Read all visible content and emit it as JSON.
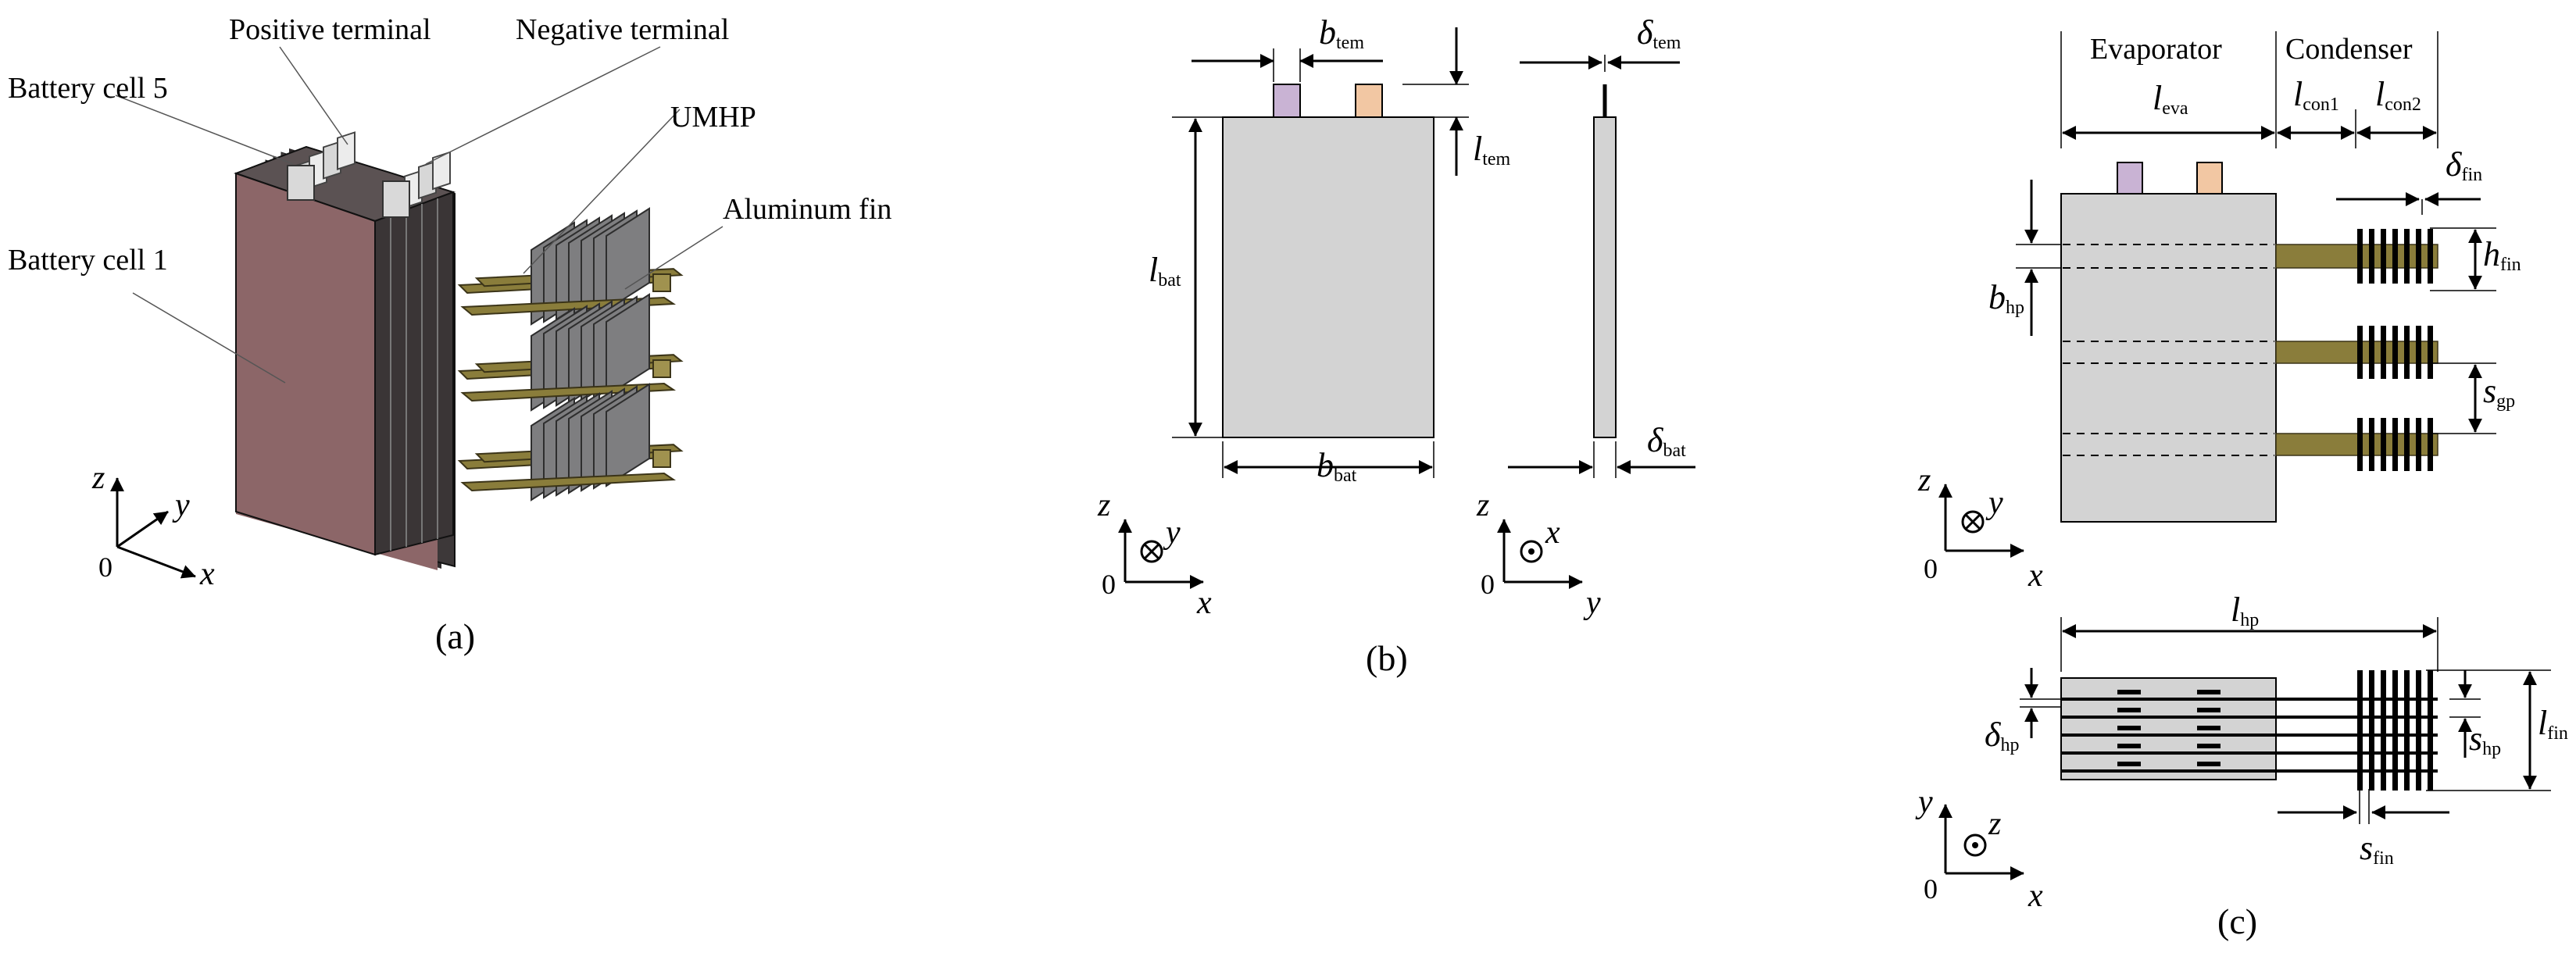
{
  "colors": {
    "battery_face": "#8c6668",
    "battery_side": "#3f3a3b",
    "heat_pipe": "#8a7d3b",
    "fin": "#7e7e80",
    "terminal_pos": "#c9b3d4",
    "terminal_neg": "#f2c7a3",
    "cell_grey": "#d3d3d3"
  },
  "panel_a": {
    "labels": {
      "positive_terminal": "Positive terminal",
      "negative_terminal": "Negative terminal",
      "battery_cell_5": "Battery cell 5",
      "umhp": "UMHP",
      "aluminum_fin": "Aluminum fin",
      "battery_cell_1": "Battery cell 1"
    },
    "axes": {
      "z": "z",
      "y": "y",
      "x": "x",
      "origin": "0"
    },
    "caption": "(a)"
  },
  "panel_b": {
    "dims": {
      "b_tem": {
        "sym": "b",
        "sub": "tem"
      },
      "l_tem": {
        "sym": "l",
        "sub": "tem"
      },
      "l_bat": {
        "sym": "l",
        "sub": "bat"
      },
      "b_bat": {
        "sym": "b",
        "sub": "bat"
      },
      "delta_tem": {
        "sym": "δ",
        "sub": "tem"
      },
      "delta_bat": {
        "sym": "δ",
        "sub": "bat"
      }
    },
    "axes_front": {
      "z": "z",
      "y": "y",
      "x": "x",
      "origin": "0"
    },
    "axes_side": {
      "z": "z",
      "x": "x",
      "y": "y",
      "origin": "0"
    },
    "caption": "(b)"
  },
  "panel_c": {
    "labels": {
      "evaporator": "Evaporator",
      "condenser": "Condenser"
    },
    "dims": {
      "l_eva": {
        "sym": "l",
        "sub": "eva"
      },
      "l_con1": {
        "sym": "l",
        "sub": "con1"
      },
      "l_con2": {
        "sym": "l",
        "sub": "con2"
      },
      "delta_fin": {
        "sym": "δ",
        "sub": "fin"
      },
      "h_fin": {
        "sym": "h",
        "sub": "fin"
      },
      "b_hp": {
        "sym": "b",
        "sub": "hp"
      },
      "s_gp": {
        "sym": "s",
        "sub": "gp"
      },
      "l_hp": {
        "sym": "l",
        "sub": "hp"
      },
      "delta_hp": {
        "sym": "δ",
        "sub": "hp"
      },
      "l_fin": {
        "sym": "l",
        "sub": "fin"
      },
      "s_hp": {
        "sym": "s",
        "sub": "hp"
      },
      "s_fin": {
        "sym": "s",
        "sub": "fin"
      }
    },
    "axes_top": {
      "z": "z",
      "y": "y",
      "x": "x",
      "origin": "0"
    },
    "axes_bottom": {
      "y": "y",
      "z": "z",
      "x": "x",
      "origin": "0"
    },
    "caption": "(c)"
  }
}
